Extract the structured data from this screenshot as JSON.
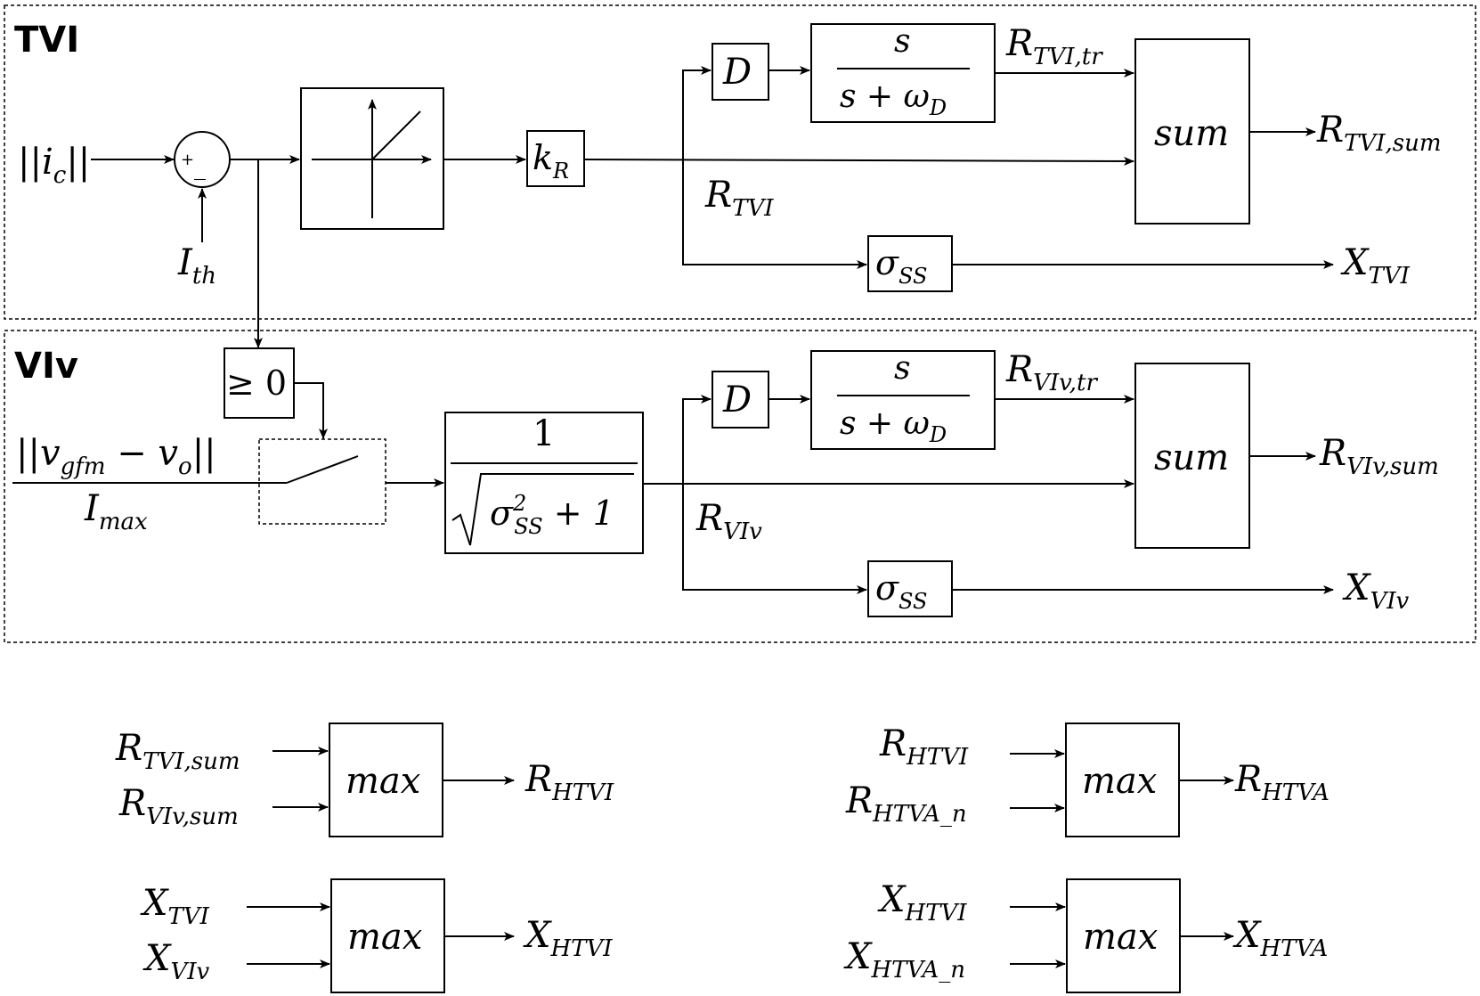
{
  "sections": {
    "tvi_label": "TVI",
    "viv_label": "VIv"
  },
  "symbols": {
    "ic_norm": "||i",
    "ic_norm_sub": "c",
    "ic_norm_end": "||",
    "ith": "I",
    "ith_sub": "th",
    "plus": "+",
    "minus": "_",
    "kr": "k",
    "kr_sub": "R",
    "delay": "D",
    "hp_num": "s",
    "hp_den": "s + ω",
    "hp_den_sub": "D",
    "sigma": "σ",
    "sigma_sub": "SS",
    "sum": "sum",
    "max": "max",
    "geq": "≥ 0",
    "norm_v": "||v",
    "norm_v_sub": "gfm",
    "norm_v_mid": " − v",
    "norm_v_sub2": "o",
    "norm_v_end": "||",
    "imax": "I",
    "imax_sub": "max",
    "scale_num": "1",
    "scale_den": "σ",
    "scale_den_sup": "2",
    "scale_den_sub": "SS",
    "scale_den_tail": " + 1"
  },
  "signals": {
    "R": "R",
    "X": "X",
    "tvi_tr": "TVI,tr",
    "tvi_sum": "TVI,sum",
    "tvi": "TVI",
    "viv_tr": "VIv,tr",
    "viv_sum": "VIv,sum",
    "viv": "VIv",
    "htvi": "HTVI",
    "htva": "HTVA",
    "htva_n": "HTVA_n"
  }
}
